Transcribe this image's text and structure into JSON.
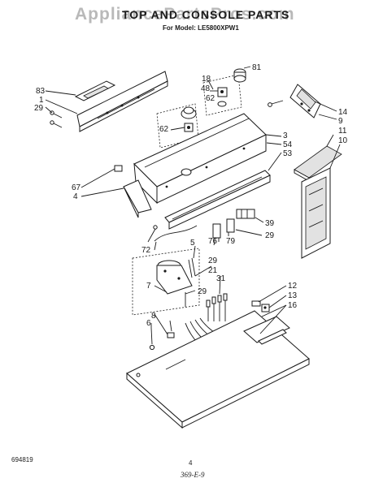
{
  "header": {
    "watermark": "AppliancePartsPros.com",
    "title": "TOP AND CONSOLE PARTS",
    "subtitle": "For Model: LE5800XPW1"
  },
  "footer": {
    "left_code": "694819",
    "page_number": "4",
    "handwritten_note": "369-E-9"
  },
  "callouts": [
    "83",
    "1",
    "29",
    "18",
    "48",
    "62",
    "81",
    "14",
    "9",
    "11",
    "10",
    "3",
    "54",
    "53",
    "67",
    "4",
    "39",
    "29",
    "72",
    "5",
    "76",
    "79",
    "29",
    "21",
    "31",
    "7",
    "29",
    "12",
    "13",
    "16",
    "8",
    "6",
    "62"
  ]
}
